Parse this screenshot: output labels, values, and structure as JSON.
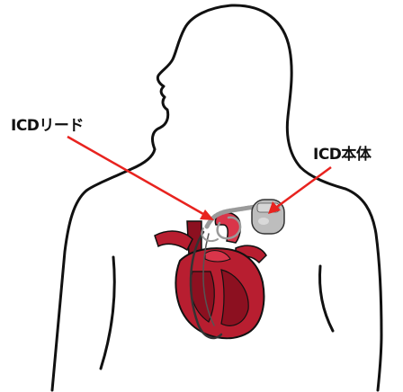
{
  "labels": {
    "icd_lead": "ICDリード",
    "icd_body": "ICD本体"
  },
  "colors": {
    "arrow": "#e8231f",
    "outline": "#111111",
    "heart_dark": "#8c1020",
    "heart_mid": "#b81e30",
    "heart_light": "#d9354a",
    "lead_wire": "#9a9a9a",
    "device": "#bdbdbd"
  },
  "icons": {
    "figure": "human-torso-outline",
    "heart": "heart-anatomy",
    "device": "icd-generator"
  }
}
